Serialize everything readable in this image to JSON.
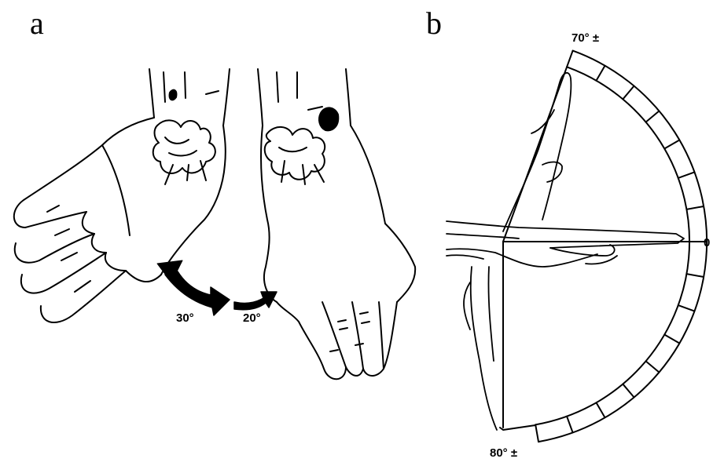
{
  "figure": {
    "panel_a": {
      "label": "a",
      "radial_deviation": "30°",
      "ulnar_deviation": "20°"
    },
    "panel_b": {
      "label": "b",
      "extension": "70° ±",
      "neutral": "0",
      "flexion": "80° ±"
    }
  },
  "colors": {
    "ink": "#000000",
    "paper": "#ffffff"
  }
}
